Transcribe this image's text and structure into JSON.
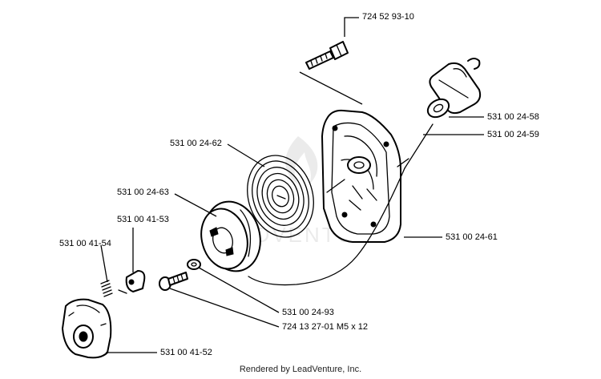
{
  "labels": {
    "bolt": "724 52 93-10",
    "handle": "531 00 24-58",
    "rope": "531 00 24-59",
    "spring": "531 00 24-62",
    "housing": "531 00 24-61",
    "pulley": "531 00 24-63",
    "pawl": "531 00 41-53",
    "pawl_spring": "531 00 41-54",
    "washer": "531 00 24-93",
    "screw": "724 13 27-01 M5 x 12",
    "cover": "531 00 41-52"
  },
  "footer": "Rendered by LeadVenture, Inc.",
  "watermark": "LEADVENTURE"
}
